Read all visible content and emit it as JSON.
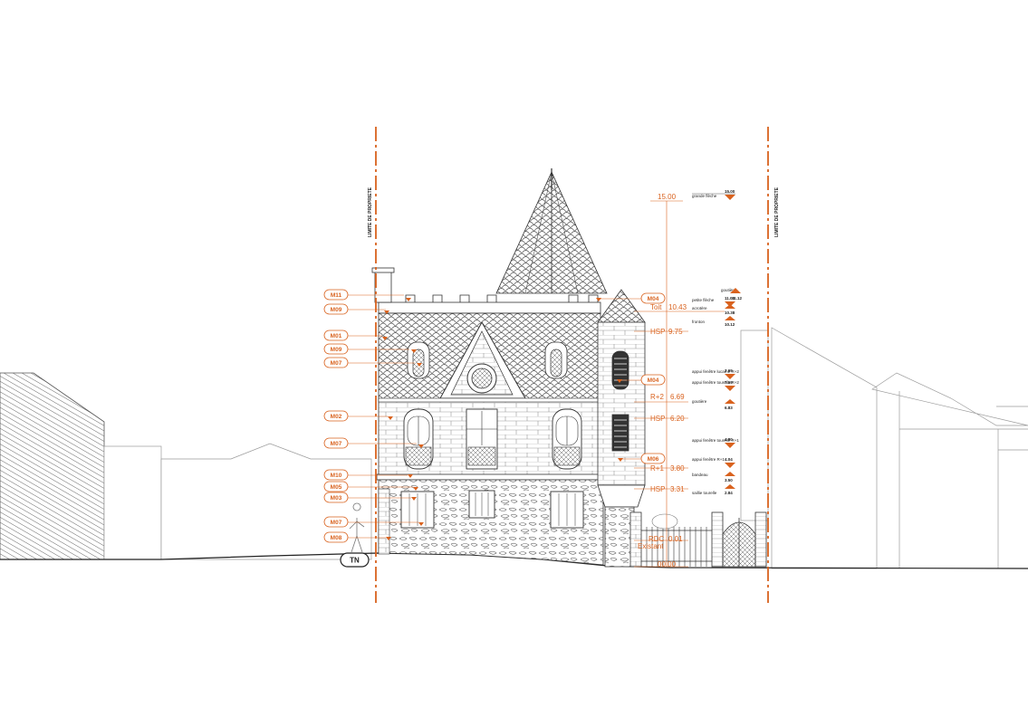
{
  "property_limits": {
    "left": "LIMITE DE PROPRIETE",
    "right": "LIMITE DE PROPRIETE"
  },
  "terrain_label": "TN",
  "markers": [
    {
      "id": "m11",
      "label": "M11"
    },
    {
      "id": "m09a",
      "label": "M09"
    },
    {
      "id": "m01",
      "label": "M01"
    },
    {
      "id": "m09b",
      "label": "M09"
    },
    {
      "id": "m07a",
      "label": "M07"
    },
    {
      "id": "m02",
      "label": "M02"
    },
    {
      "id": "m07b",
      "label": "M07"
    },
    {
      "id": "m10",
      "label": "M10"
    },
    {
      "id": "m05",
      "label": "M05"
    },
    {
      "id": "m03",
      "label": "M03"
    },
    {
      "id": "m07c",
      "label": "M07"
    },
    {
      "id": "m08",
      "label": "M08"
    },
    {
      "id": "m04a",
      "label": "M04"
    },
    {
      "id": "m04b",
      "label": "M04"
    },
    {
      "id": "m06",
      "label": "M06"
    }
  ],
  "levels": {
    "top": "15.00",
    "toit": "Toit",
    "toit_value": "10.43",
    "hsp1": "HSP",
    "hsp1_value": "9.75",
    "r2": "R+2",
    "r2_value": "6.69",
    "hsp2": "HSP",
    "hsp2_value": "6.20",
    "r1": "R+1",
    "r1_value": "3.80",
    "hsp3": "HSP",
    "hsp3_value": "3.31",
    "rdc": "RDC",
    "rdc_value": "0.01",
    "exist": "Existant",
    "base_value": "00.00"
  },
  "elevations": [
    {
      "label": "grande flèche",
      "value": "15.00"
    },
    {
      "label": "goutière",
      "value": "11.12"
    },
    {
      "label": "petite flèche",
      "value": "11.00"
    },
    {
      "label": "acrotère",
      "value": "10.38"
    },
    {
      "label": "fronton",
      "value": "10.12"
    },
    {
      "label": "appui fenêtre lucarne R+2",
      "value": "7.69"
    },
    {
      "label": "appui fenêtre tourelle R+2",
      "value": "7.19"
    },
    {
      "label": "goutière",
      "value": "6.83"
    },
    {
      "label": "appui fenêtre tourelle R+1",
      "value": "4.80"
    },
    {
      "label": "appui fenêtre R+1",
      "value": "4.04"
    },
    {
      "label": "bandeau",
      "value": "3.50"
    },
    {
      "label": "saillie tourelle",
      "value": "2.84"
    }
  ],
  "colors": {
    "accent": "#d9621e",
    "line": "#333333",
    "light": "#9a9a9a"
  }
}
